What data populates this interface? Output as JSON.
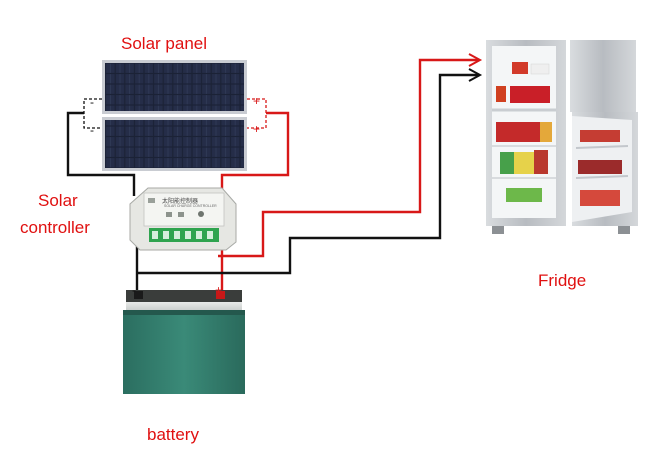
{
  "labels": {
    "solar_panel": "Solar panel",
    "solar_controller_line1": "Solar",
    "solar_controller_line2": "controller",
    "fridge": "Fridge",
    "battery": "battery"
  },
  "controller": {
    "face_line1": "太阳能控制器",
    "face_line2": "SOLAR CHARGE CONTROLLER"
  },
  "terminal_marks": {
    "panel_top_minus": "-",
    "panel_bottom_minus": "-",
    "panel_top_plus": "+",
    "panel_bottom_plus": "+",
    "battery_minus": "-",
    "battery_plus": "+"
  },
  "colors": {
    "label_red": "#e01010",
    "wire_red": "#d81818",
    "wire_black": "#111111",
    "panel_cell": "#1c2236",
    "controller_body": "#e8e8e4",
    "terminal_green": "#2fa44f",
    "battery_body": "#2e7a6a",
    "fridge_body": "#c9ccd0"
  }
}
